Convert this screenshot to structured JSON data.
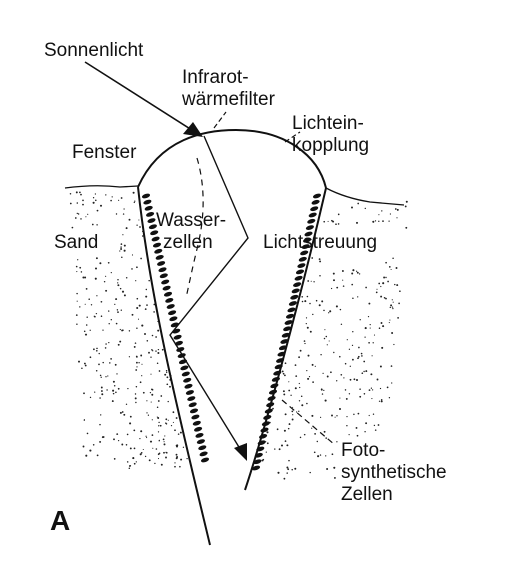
{
  "figure": {
    "panel_letter": "A",
    "labels": {
      "sunlight": "Sonnenlicht",
      "ir_filter_1": "Infrarot-",
      "ir_filter_2": "wärmefilter",
      "coupling_1": "Lichtein-",
      "coupling_2": "kopplung",
      "window": "Fenster",
      "water_cells_1": "Wasser-",
      "water_cells_2": "zellen",
      "sand": "Sand",
      "scattering": "Lichtstreuung",
      "photo_cells_1": "Foto-",
      "photo_cells_2": "synthetische",
      "photo_cells_3": "Zellen"
    }
  },
  "colors": {
    "ink": "#111111",
    "background": "#ffffff"
  }
}
